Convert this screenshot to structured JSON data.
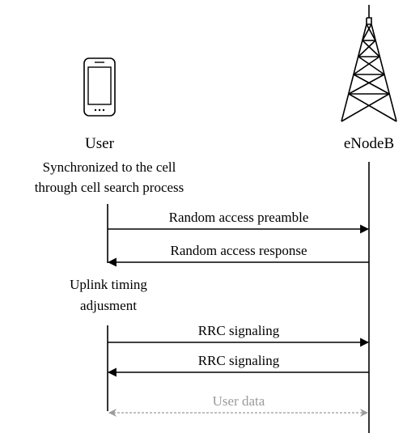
{
  "participants": {
    "user": {
      "label": "User",
      "icon": "smartphone-icon"
    },
    "enodeb": {
      "label": "eNodeB",
      "icon": "cell-tower-icon"
    }
  },
  "notes": {
    "sync_line1": "Synchronized to the cell",
    "sync_line2": "through cell search process",
    "timing_line1": "Uplink timing",
    "timing_line2": "adjusment"
  },
  "messages": [
    {
      "label": "Random access preamble",
      "from": "User",
      "to": "eNodeB",
      "style": "solid"
    },
    {
      "label": "Random access response",
      "from": "eNodeB",
      "to": "User",
      "style": "solid"
    },
    {
      "label": "RRC signaling",
      "from": "User",
      "to": "eNodeB",
      "style": "solid"
    },
    {
      "label": "RRC signaling",
      "from": "eNodeB",
      "to": "User",
      "style": "solid"
    },
    {
      "label": "User data",
      "from": "both",
      "to": "both",
      "style": "dashed"
    }
  ],
  "colors": {
    "ink": "#000000",
    "data_arrow": "#9a9a9a",
    "data_label": "#9a9a9a"
  }
}
